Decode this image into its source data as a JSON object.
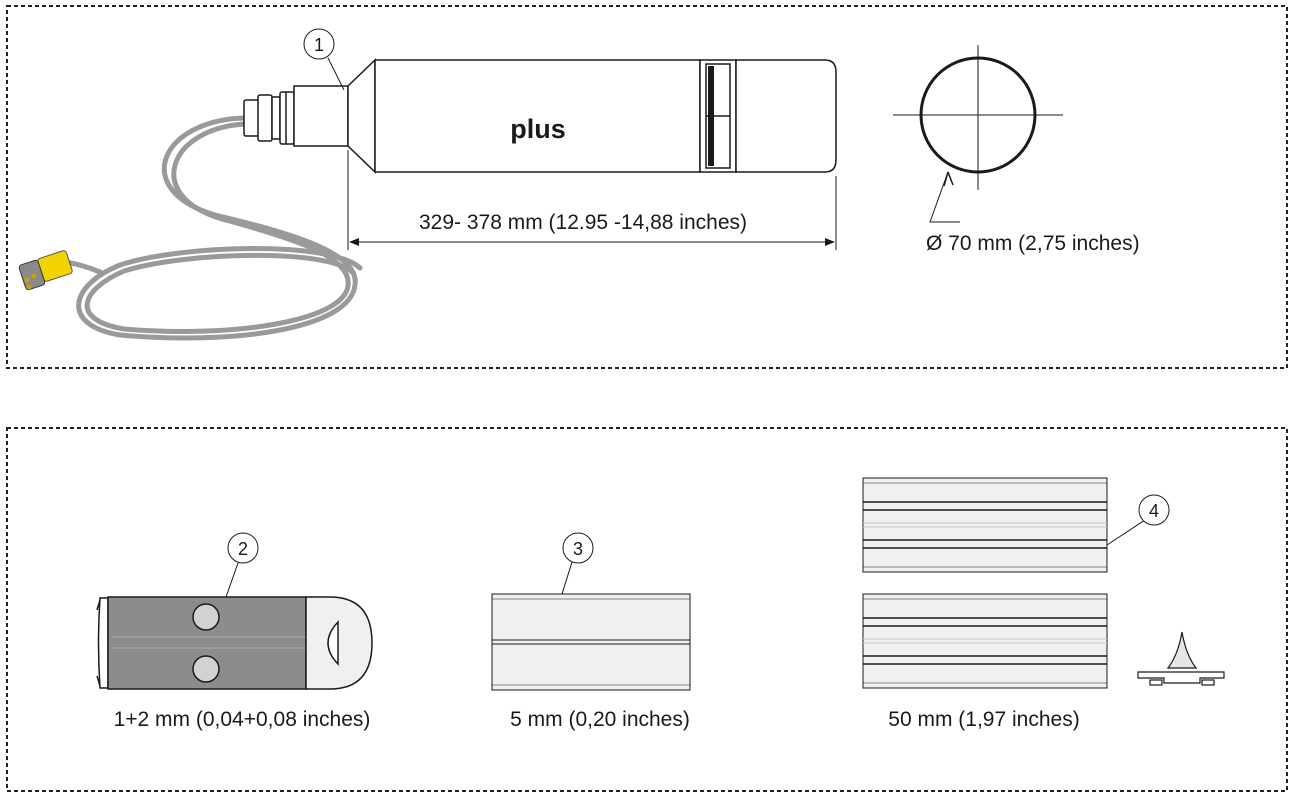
{
  "sensor": {
    "brand_label": "plus",
    "length_label": "329- 378 mm (12.95 -14,88 inches)",
    "diameter_label": "Ø 70 mm (2,75 inches)"
  },
  "callouts": [
    "1",
    "2",
    "3",
    "4"
  ],
  "spacers": [
    {
      "callout": "2",
      "label": "1+2 mm (0,04+0,08 inches)"
    },
    {
      "callout": "3",
      "label": "5 mm (0,20 inches)"
    },
    {
      "callout": "4",
      "label": "50 mm (1,97 inches)"
    }
  ],
  "colors": {
    "line": "#1a1a1a",
    "frame": "#222222",
    "cable": "#9a9a9a",
    "connector": "#f2d200",
    "spacer_dark": "#8c8c8c",
    "spacer_light": "#f0f0f0"
  }
}
